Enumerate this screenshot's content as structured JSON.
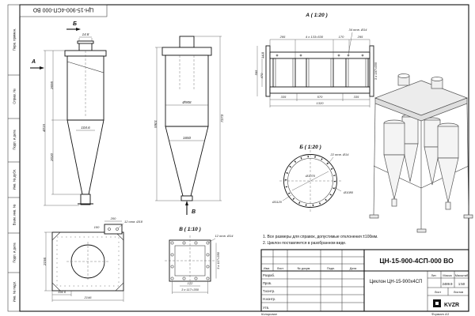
{
  "doc": {
    "number": "ЦН-15-900-4СП-000 ВО",
    "number_top": "ЦН-15-900-4СП-000 ВО",
    "name": "Циклон ЦН-15-900х4СП",
    "mass": "2489.9",
    "scale": "1:50",
    "format": "Формат А3",
    "copied": "Копировал",
    "logo": "KVZR"
  },
  "frame_labels": {
    "perv": "Перв. примен.",
    "sprav": "Справ. №",
    "podp1": "Подп. и дата",
    "inv_dubl": "Инв. № дубл.",
    "vzam": "Взам. инв. №",
    "podp2": "Подп. и дата",
    "inv_podl": "Инв. № подл."
  },
  "title_block": {
    "col_izm": "Изм.",
    "col_list": "Лист",
    "col_doc": "№ докум.",
    "col_podp": "Подп.",
    "col_data": "Дата",
    "row_razrab": "Разраб.",
    "row_prov": "Пров.",
    "row_tkontr": "Т.контр.",
    "row_nkontr": "Н.контр.",
    "row_utv": "Утв.",
    "lit": "Лит.",
    "massa": "Масса",
    "masshtab": "Масштаб",
    "list": "Лист",
    "listov": "Листов"
  },
  "notes": {
    "n1": "1. Все размеры для справок, допустимые отклонения ±100мм.",
    "n2": "2. Циклон поставляется в разобранном виде."
  },
  "views": {
    "front": {
      "sec_a": "А",
      "sec_b": "Б",
      "d_148": "14.8",
      "d_4015": "4015",
      "d_2695": "2695",
      "d_2020": "2020",
      "d_1046": "104.6"
    },
    "side": {
      "d_5901": "5901",
      "d_7273": "7273",
      "d_908": "Ø908",
      "d_1650": "1650",
      "sec_v": "В"
    },
    "detail_a": {
      "title": "А ( 1:20 )",
      "d_295l": "295",
      "d_4x133": "4 x 133=530",
      "d_170": "170",
      "d_295r": "295",
      "d_34otv": "34 отв. Ø14",
      "d_148": "14.8",
      "d_595": "595",
      "d_470": "470",
      "d_335l": "335",
      "d_570": "570",
      "d_335r": "335",
      "d_1320": "1320",
      "d_3x197": "3 x 197=655"
    },
    "detail_b": {
      "title": "Б ( 1:20 )",
      "d_22otv": "22 отв. Ø14",
      "d_1070": "Ø1070",
      "d_1080": "Ø1080",
      "d_1120": "Ø1120"
    },
    "plan": {
      "d_200": "200",
      "d_100": "100",
      "d_12otv18": "12 отв. Ø18",
      "d_2156": "2156",
      "d_1946": "194.6",
      "d_2146": "2146"
    },
    "detail_v": {
      "title": "В ( 1:10 )",
      "d_12otv14": "12 отв. Ø14",
      "d_172": "172",
      "d_3x117b": "3 x 117=350",
      "d_3x117r": "3 x 117=350"
    }
  }
}
